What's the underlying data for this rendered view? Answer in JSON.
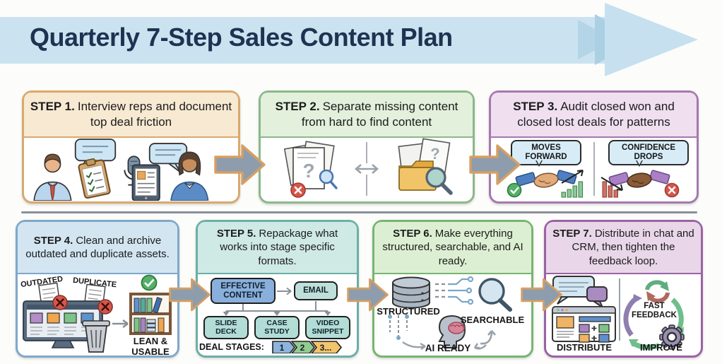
{
  "page": {
    "banner_title": "Quarterly 7-Step Sales Content Plan"
  },
  "colors": {
    "banner_bg": "#CBE3F0",
    "banner_chevron": "#ABD0E4",
    "banner_text": "#1E3352",
    "row_divider": "#8A8F98",
    "connector_fill": "#8D9DAE",
    "connector_stroke": "#D79F62",
    "status_green": "#55B168",
    "status_red": "#D4574C"
  },
  "steps": [
    {
      "label": "STEP 1.",
      "title": "Interview reps and document top deal friction",
      "theme": {
        "border": "#D9A86E",
        "header_bg": "#F8E9D2"
      },
      "art": {}
    },
    {
      "label": "STEP 2.",
      "title": "Separate missing content from hard to find content",
      "theme": {
        "border": "#8CB88A",
        "header_bg": "#E2F0DC"
      },
      "art": {}
    },
    {
      "label": "STEP 3.",
      "title": "Audit closed won and closed lost deals for patterns",
      "theme": {
        "border": "#A678AE",
        "header_bg": "#EFDFEF"
      },
      "art": {
        "won_label": "MOVES FORWARD",
        "lost_label": "CONFIDENCE DROPS"
      }
    },
    {
      "label": "STEP 4.",
      "title": "Clean and archive outdated and duplicate assets.",
      "theme": {
        "border": "#7FA8C9",
        "header_bg": "#D3E5F1"
      },
      "art": {
        "outdated_label": "OUTDATED",
        "duplicate_label": "DUPLICATE",
        "result_label": "LEAN & USABLE"
      }
    },
    {
      "label": "STEP 5.",
      "title": "Repackage what works into stage specific formats.",
      "theme": {
        "border": "#6BAFA6",
        "header_bg": "#CFE9E4"
      },
      "art": {
        "source_label": "EFFECTIVE CONTENT",
        "format_email": "EMAIL",
        "format_slide": "SLIDE DECK",
        "format_case": "CASE STUDY",
        "format_video": "VIDEO SNIPPET",
        "stages_label": "DEAL STAGES:",
        "stages": [
          "1",
          "2",
          "3..."
        ]
      }
    },
    {
      "label": "STEP 6.",
      "title": "Make everything structured, searchable, and AI ready.",
      "theme": {
        "border": "#77B571",
        "header_bg": "#DCEFD2"
      },
      "art": {
        "structured_label": "STRUCTURED",
        "searchable_label": "SEARCHABLE",
        "ai_label": "AI READY"
      }
    },
    {
      "label": "STEP 7.",
      "title": "Distribute in chat and CRM, then tighten the feedback loop.",
      "theme": {
        "border": "#9A63A4",
        "header_bg": "#E9D7E9"
      },
      "art": {
        "distribute_label": "DISTRIBUTE",
        "feedback_label": "FAST FEEDBACK",
        "improve_label": "IMPROVE"
      }
    }
  ],
  "icons": {
    "banner": "right-arrow-banner",
    "connectors": "block-right-arrow",
    "step1": [
      "man-icon",
      "woman-icon",
      "speech-bubble-icon",
      "microphone-icon",
      "clipboard-checklist-icon",
      "tablet-icon"
    ],
    "step2": [
      "missing-documents-icon",
      "red-x-icon",
      "magnifier-icon",
      "swap-arrow-icon",
      "folder-search-icon"
    ],
    "step3": [
      "handshake-icon",
      "check-circle-icon",
      "bar-chart-up-icon",
      "bar-chart-down-icon",
      "x-circle-icon"
    ],
    "step4": [
      "monitor-icon",
      "document-x-icon",
      "trash-icon",
      "right-arrow-icon",
      "bookshelf-icon",
      "check-circle-icon"
    ],
    "step5": [
      "flow-arrow-icon",
      "stage-chevron-icon"
    ],
    "step6": [
      "database-icon",
      "circuit-icon",
      "magnifier-icon",
      "brain-head-icon",
      "curved-arrow-icon"
    ],
    "step7": [
      "chat-bubbles-icon",
      "crm-window-icon",
      "refresh-cycle-icon",
      "gear-icon",
      "cycle-arrows-icon"
    ]
  }
}
